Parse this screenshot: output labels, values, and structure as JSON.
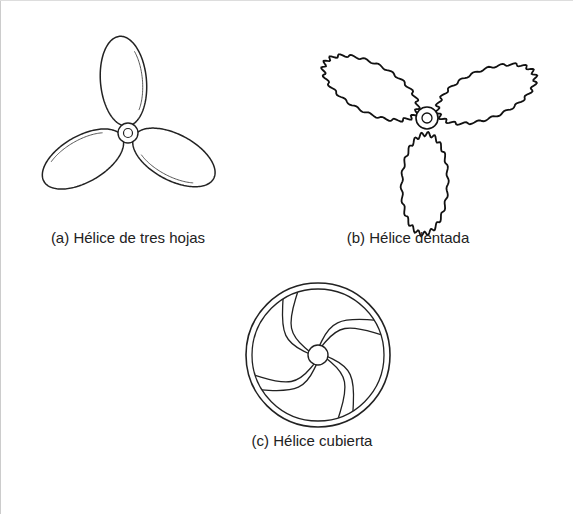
{
  "diagram": {
    "labels": [
      "(a) Hélice de tres hojas",
      "(b) Hélice dentada",
      "(c) Hélice cubierta"
    ]
  }
}
